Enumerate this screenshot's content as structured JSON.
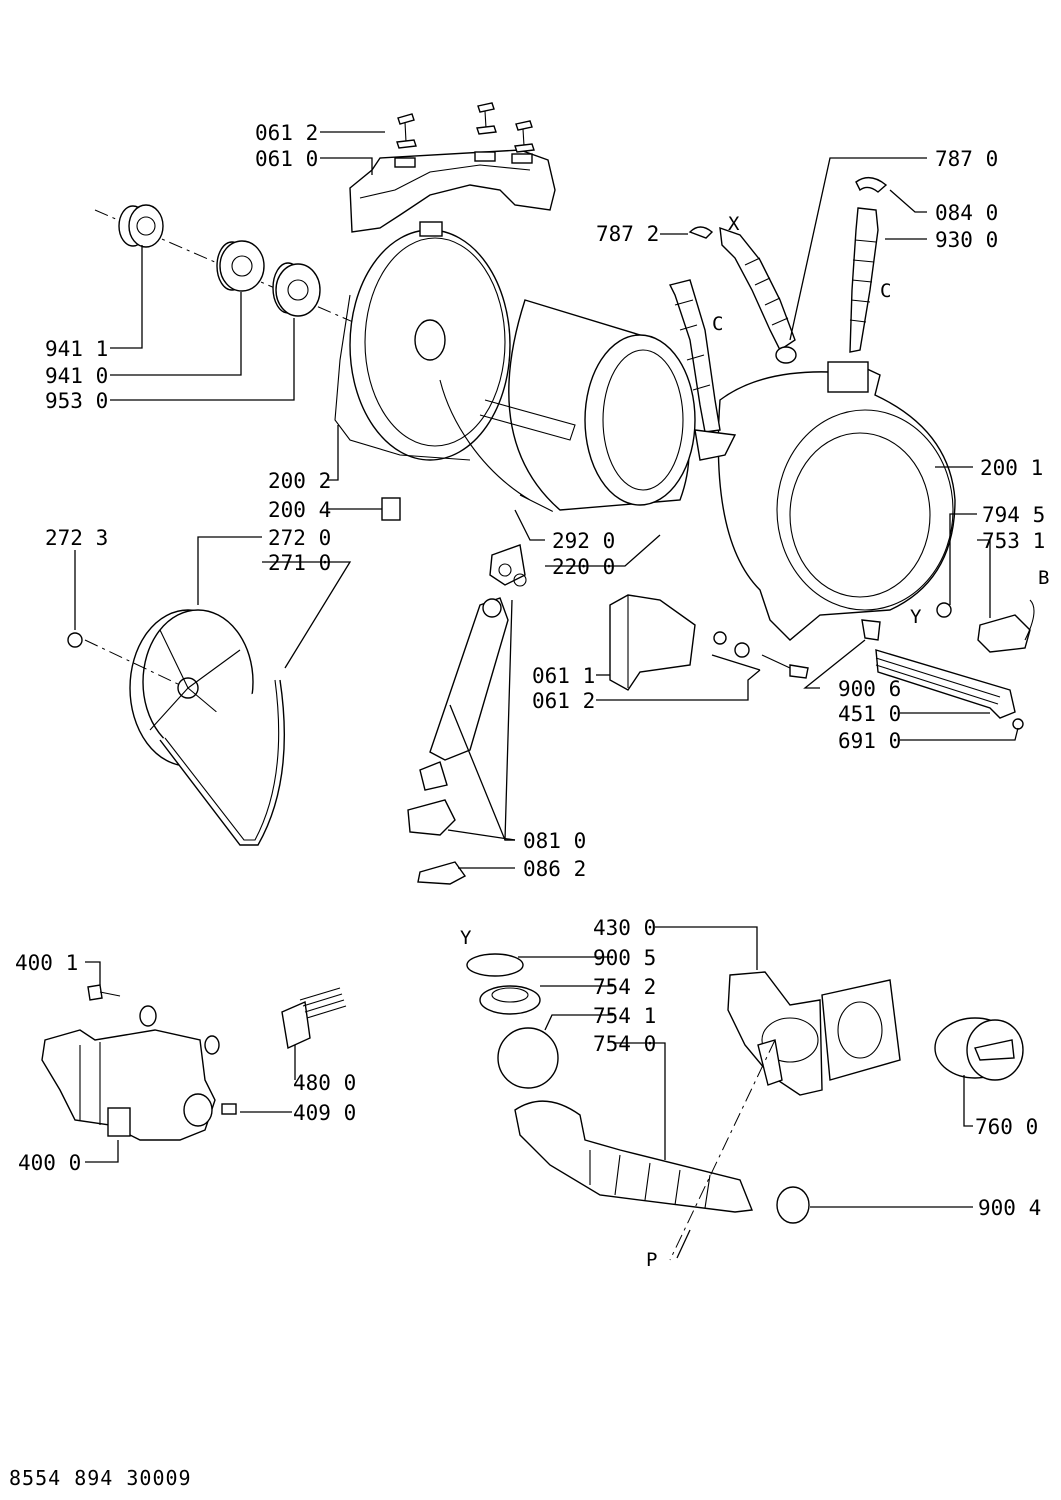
{
  "labels": {
    "l0612a": "061 2",
    "l0610": "061 0",
    "l7870": "787 0",
    "l0840": "084 0",
    "l7872": "787 2",
    "l9300": "930 0",
    "l9411": "941 1",
    "l9410": "941 0",
    "l9530": "953 0",
    "l2002": "200 2",
    "l2004": "200 4",
    "l2001": "200 1",
    "l2723": "272 3",
    "l2720": "272 0",
    "l2710": "271 0",
    "l2920": "292 0",
    "l2200": "220 0",
    "l7945": "794 5",
    "l7531": "753 1",
    "l0611": "061 1",
    "l0612b": "061 2",
    "l9006": "900 6",
    "l4510": "451 0",
    "l6910": "691 0",
    "l0810": "081 0",
    "l0862": "086 2",
    "l4300": "430 0",
    "l9005": "900 5",
    "l7542": "754 2",
    "l7541": "754 1",
    "l7540": "754 0",
    "l4001": "400 1",
    "l4800": "480 0",
    "l4090": "409 0",
    "l4000": "400 0",
    "l7600": "760 0",
    "l9004": "900 4"
  },
  "letters": {
    "x": "X",
    "c1": "C",
    "c2": "C",
    "y1": "Y",
    "y2": "Y",
    "b": "B",
    "p": "P"
  },
  "document_code": "8554 894 30009"
}
